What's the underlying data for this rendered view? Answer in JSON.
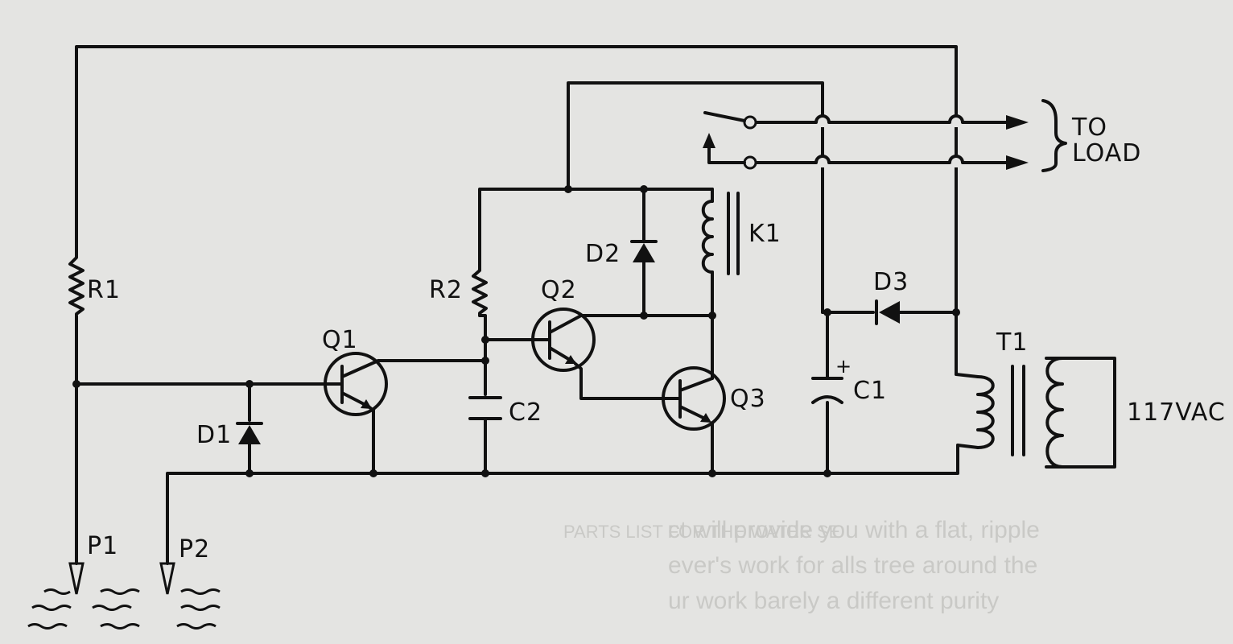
{
  "labels": {
    "r1": "R1",
    "r2": "R2",
    "q1": "Q1",
    "q2": "Q2",
    "q3": "Q3",
    "d1": "D1",
    "d2": "D2",
    "d3": "D3",
    "c1": "C1",
    "c1_polarity": "+",
    "c2": "C2",
    "k1": "K1",
    "t1": "T1",
    "mains": "117VAC",
    "load_to": "TO",
    "load_load": "LOAD",
    "p1": "P1",
    "p2": "P2"
  },
  "background_text": {
    "line1": "ct will provide you with a flat, ripple",
    "line2": "ever's work for alls tree around the",
    "line3": "ur work barely a different purity",
    "parts_list": "PARTS LIST FOR THE WATER SE"
  },
  "colors": {
    "ink": "#111111",
    "paper": "#e4e4e2"
  }
}
